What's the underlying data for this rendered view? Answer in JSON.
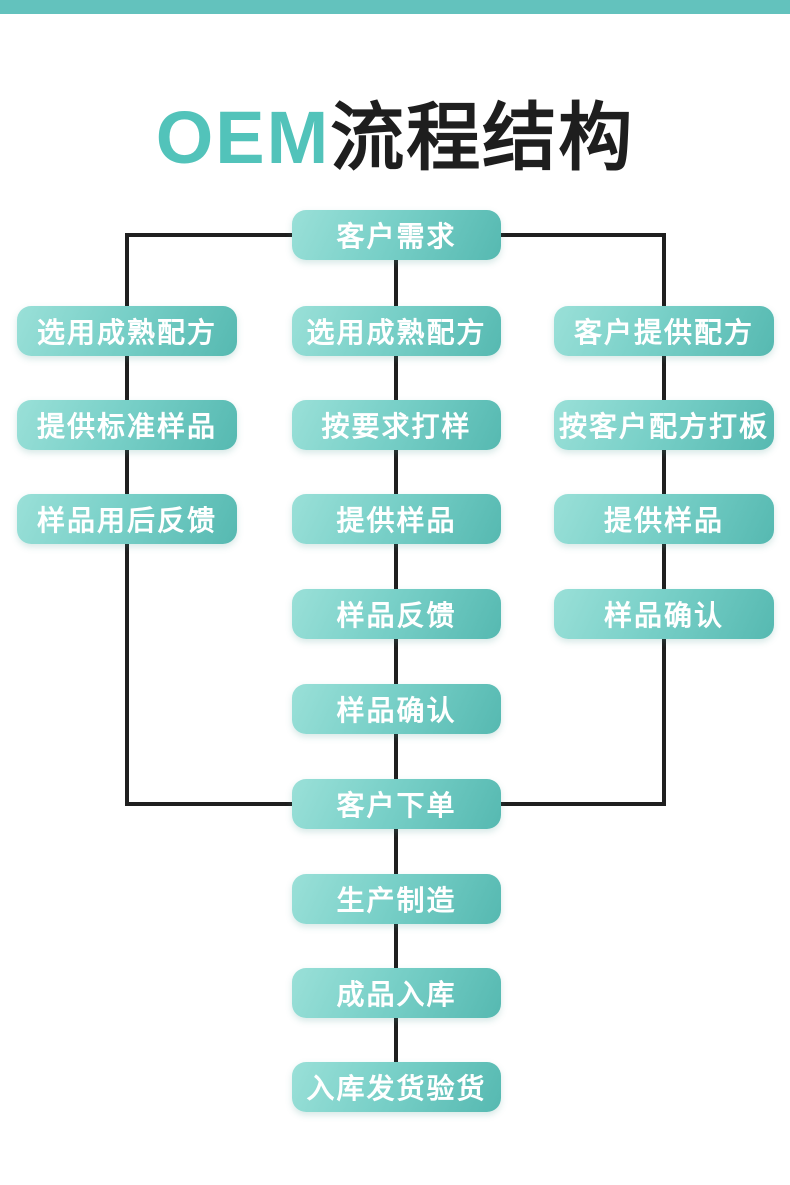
{
  "title": {
    "accent": "OEM",
    "rest": "流程结构"
  },
  "flow": {
    "top": "客户需求",
    "left": [
      "选用成熟配方",
      "提供标准样品",
      "样品用后反馈"
    ],
    "middle": [
      "选用成熟配方",
      "按要求打样",
      "提供样品",
      "样品反馈",
      "样品确认"
    ],
    "right": [
      "客户提供配方",
      "按客户配方打板",
      "提供样品",
      "样品确认"
    ],
    "converge": "客户下单",
    "tail": [
      "生产制造",
      "成品入库",
      "入库发货验货"
    ]
  },
  "colors": {
    "accent_teal": "#52c3ba",
    "bar_teal": "#63c2bd",
    "box_gradient_light": "#9ae0d8",
    "box_gradient_dark": "#56b9b1",
    "connector_dark": "#1f1f1f",
    "node_text": "#ffffff",
    "title_dark": "#1e1e1e",
    "background": "#ffffff"
  }
}
